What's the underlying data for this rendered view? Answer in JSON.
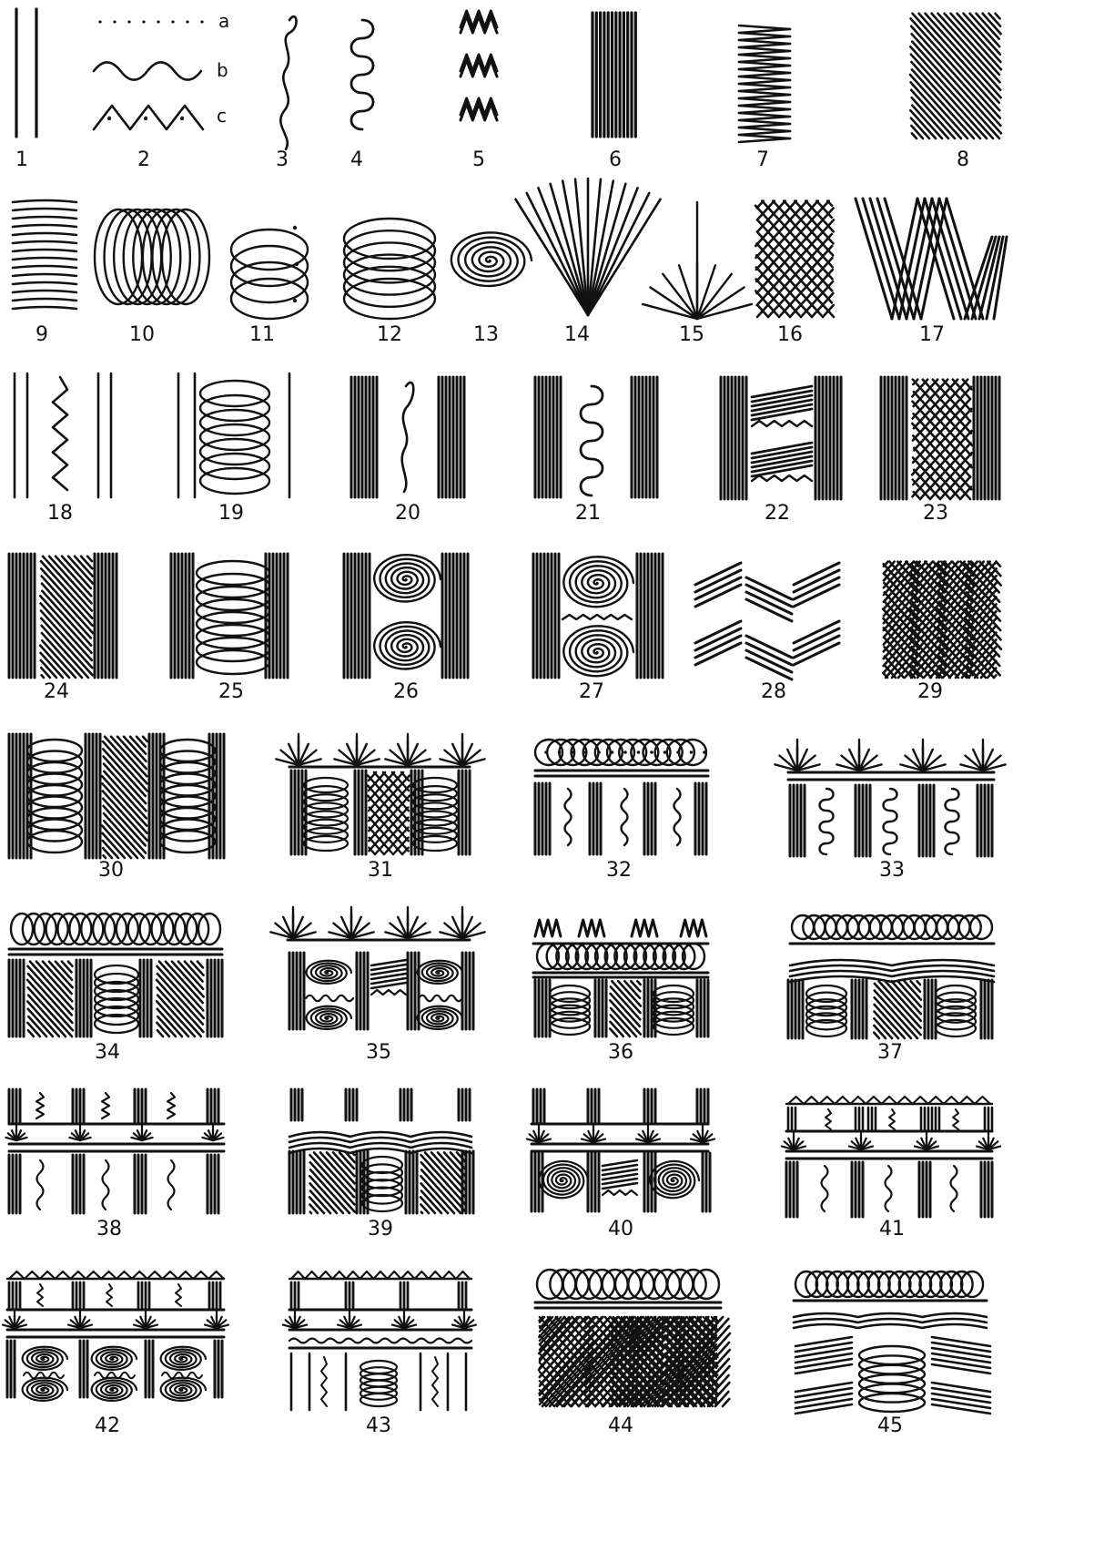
{
  "plate": {
    "ink_color": "#111111",
    "paper_color": "#ffffff",
    "figures": [
      {
        "n": "1",
        "motif": "double-vertical-lines"
      },
      {
        "n": "2",
        "motif": "dots-wave-zigzag",
        "sub_labels": [
          "a",
          "b",
          "c"
        ]
      },
      {
        "n": "3",
        "motif": "single-wavy-line"
      },
      {
        "n": "4",
        "motif": "meander-line"
      },
      {
        "n": "5",
        "motif": "small-zigzag-groups"
      },
      {
        "n": "6",
        "motif": "dense-vertical-strokes"
      },
      {
        "n": "7",
        "motif": "tall-zigzag"
      },
      {
        "n": "8",
        "motif": "diagonal-hatching"
      },
      {
        "n": "9",
        "motif": "horizontal-lines"
      },
      {
        "n": "10",
        "motif": "horizontal-loops"
      },
      {
        "n": "11",
        "motif": "dotted-ovals"
      },
      {
        "n": "12",
        "motif": "stacked-loops"
      },
      {
        "n": "13",
        "motif": "spiral"
      },
      {
        "n": "14",
        "motif": "fan"
      },
      {
        "n": "15",
        "motif": "small-fan"
      },
      {
        "n": "16",
        "motif": "crosshatch"
      },
      {
        "n": "17",
        "motif": "w-chevron"
      },
      {
        "n": "18",
        "motif": "lines-with-zigzag"
      },
      {
        "n": "19",
        "motif": "lines-with-loops"
      },
      {
        "n": "20",
        "motif": "bars-with-wave"
      },
      {
        "n": "21",
        "motif": "bars-with-meander"
      },
      {
        "n": "22",
        "motif": "bars-with-hatch-zigzag"
      },
      {
        "n": "23",
        "motif": "bars-with-crosshatch"
      },
      {
        "n": "24",
        "motif": "bars-with-diagonals"
      },
      {
        "n": "25",
        "motif": "bars-with-loops"
      },
      {
        "n": "26",
        "motif": "bars-with-spirals"
      },
      {
        "n": "27",
        "motif": "bars-with-spirals-and-zigzag"
      },
      {
        "n": "28",
        "motif": "herringbone"
      },
      {
        "n": "29",
        "motif": "diagonal-crosshatch"
      },
      {
        "n": "30",
        "motif": "panel-loops-hatch"
      },
      {
        "n": "31",
        "motif": "panel-fans-loops-crosshatch"
      },
      {
        "n": "32",
        "motif": "panel-loop-border-waves"
      },
      {
        "n": "33",
        "motif": "panel-fans-meanders"
      },
      {
        "n": "34",
        "motif": "panel-loop-border-hatch"
      },
      {
        "n": "35",
        "motif": "panel-fans-spirals"
      },
      {
        "n": "36",
        "motif": "panel-zigzag-loop-border"
      },
      {
        "n": "37",
        "motif": "panel-loop-arcs"
      },
      {
        "n": "38",
        "motif": "panel-double-register-waves"
      },
      {
        "n": "39",
        "motif": "panel-arcs-hatch-loops"
      },
      {
        "n": "40",
        "motif": "panel-fans-spirals-hatch"
      },
      {
        "n": "41",
        "motif": "panel-zigzag-border-fans"
      },
      {
        "n": "42",
        "motif": "panel-zigzag-border-spirals"
      },
      {
        "n": "43",
        "motif": "panel-zigzag-border-lines"
      },
      {
        "n": "44",
        "motif": "panel-loop-border-diagonal-crosshatch"
      },
      {
        "n": "45",
        "motif": "panel-loop-border-arcs-loops"
      }
    ]
  }
}
